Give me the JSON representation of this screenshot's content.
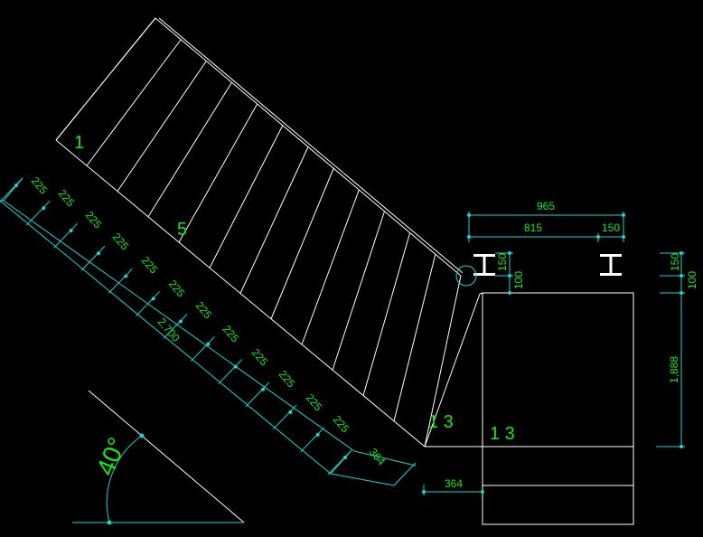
{
  "labels": {
    "step_first": "1",
    "step_mid": "5",
    "step_last_a": "1 3",
    "step_last_b": "1 3",
    "angle": "40°"
  },
  "dimensions": {
    "tread_spacing": "225",
    "tread_spacing_count": 12,
    "total_run": "2,700",
    "landing_oblique": "364",
    "landing_flat": "364",
    "top_overall": "965",
    "top_left": "815",
    "top_right": "150",
    "beam_height_left": "150",
    "beam_offset_left": "100",
    "beam_height_right": "150",
    "beam_offset_right": "100",
    "right_height": "1,888"
  },
  "colors": {
    "background": "#000000",
    "drawing_lines": "#ffffff",
    "dimension_lines": "#19d6d0",
    "dimension_text": "#19e619"
  },
  "icons": [
    "i-beam-icon",
    "i-beam-icon",
    "support-circle-icon"
  ]
}
